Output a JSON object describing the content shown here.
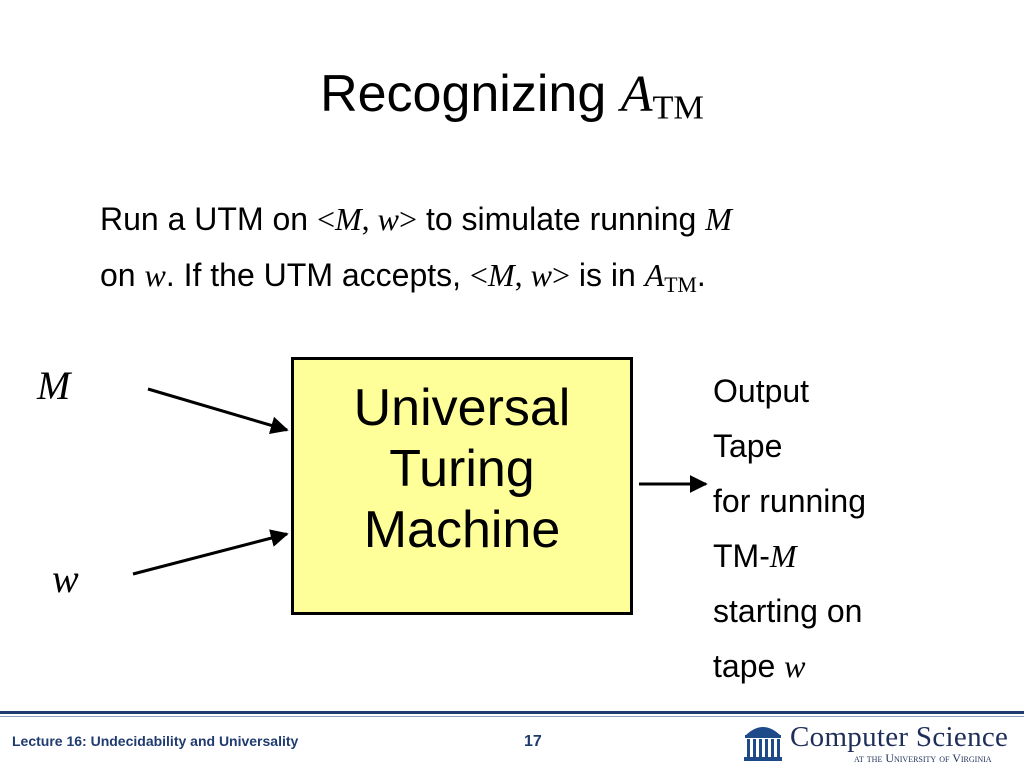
{
  "title": {
    "text": "Recognizing ",
    "var": "A",
    "sub": "TM"
  },
  "body": {
    "line1": {
      "a": "Run a UTM on ",
      "b": "<",
      "c": "M",
      "d": ", ",
      "e": "w",
      "f": ">",
      "g": " to simulate running ",
      "h": "M"
    },
    "line2": {
      "a": "on ",
      "b": "w",
      "c": ".  If the UTM accepts, ",
      "d": "<",
      "e": "M",
      "f": ", ",
      "g": "w",
      "h": ">",
      "i": " is in ",
      "j": "A",
      "k": "TM",
      "l": "."
    }
  },
  "diagram": {
    "input_m": "M",
    "input_w": "w",
    "box_lines": [
      "Universal",
      "Turing",
      "Machine"
    ],
    "box_fill": "#ffff99",
    "output": {
      "l1": "Output",
      "l2": "Tape",
      "l3": "for running",
      "l4a": "TM-",
      "l4b": "M",
      "l5": "starting on",
      "l6a": "tape ",
      "l6b": "w"
    }
  },
  "footer": {
    "lecture": "Lecture 16: Undecidability and Universality",
    "page": "17",
    "logo_main": "Computer Science",
    "logo_sub": "at the University of Virginia"
  }
}
